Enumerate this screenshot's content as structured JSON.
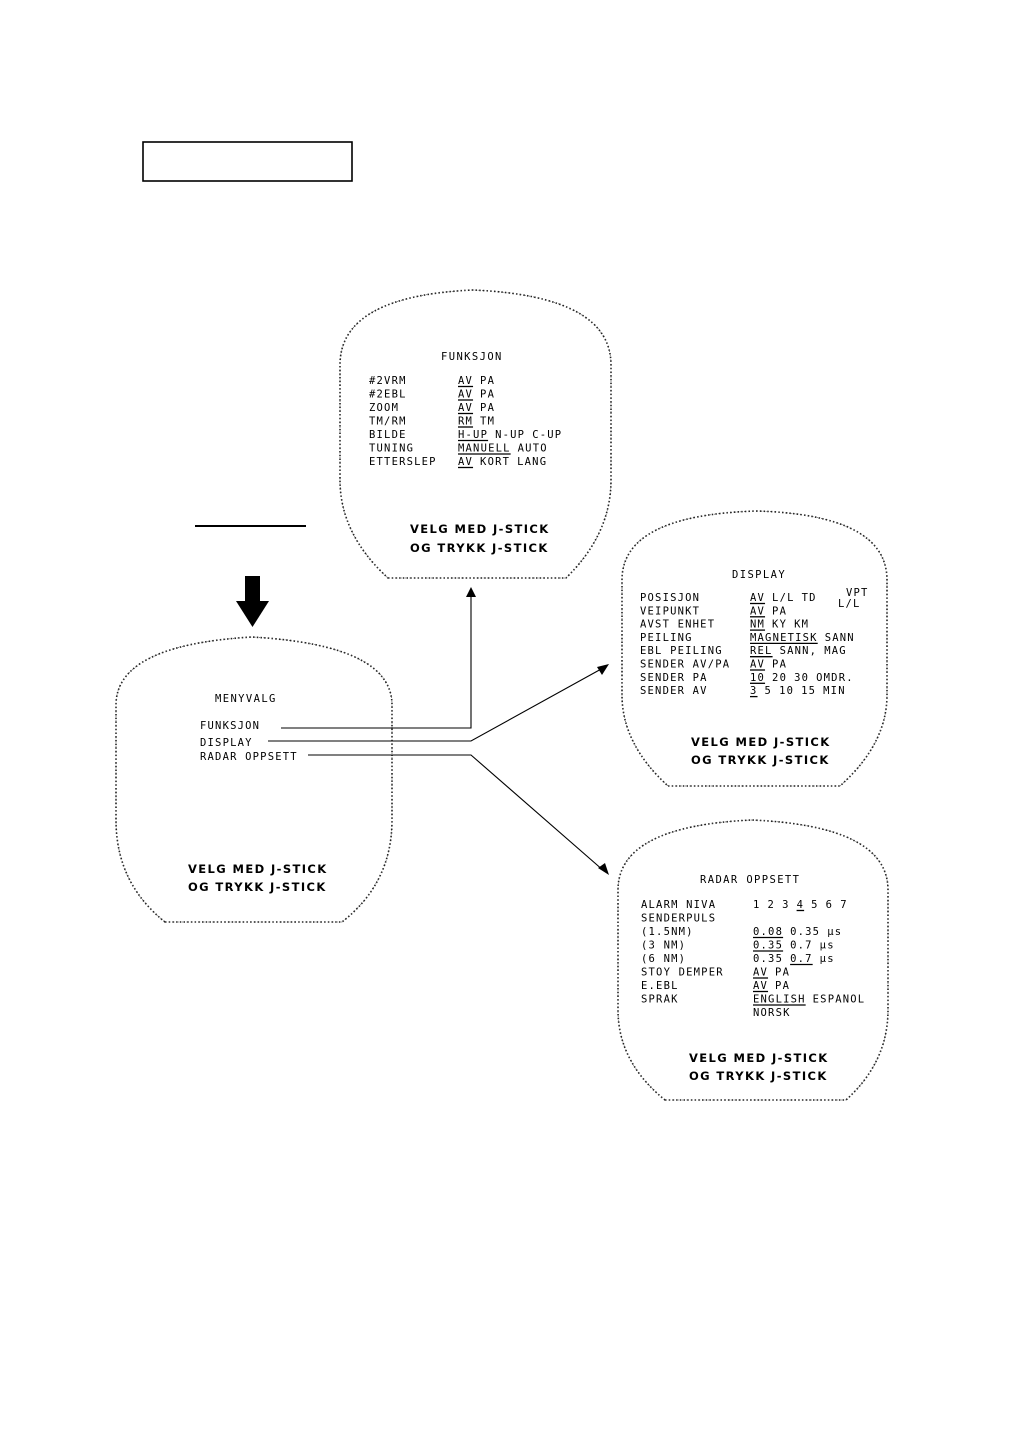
{
  "header_box": {
    "label": ""
  },
  "menu": {
    "title": "MENYVALG",
    "items": [
      "FUNKSJON",
      "DISPLAY",
      "RADAR OPPSETT"
    ],
    "footer": [
      "VELG MED J-STICK",
      "OG TRYKK J-STICK"
    ]
  },
  "funksjon": {
    "title": "FUNKSJON",
    "rows": [
      {
        "label": "#2VRM",
        "options": [
          {
            "text": "AV",
            "selected": true
          },
          {
            "text": "PA",
            "selected": false
          }
        ]
      },
      {
        "label": "#2EBL",
        "options": [
          {
            "text": "AV",
            "selected": true
          },
          {
            "text": "PA",
            "selected": false
          }
        ]
      },
      {
        "label": "ZOOM",
        "options": [
          {
            "text": "AV",
            "selected": true
          },
          {
            "text": "PA",
            "selected": false
          }
        ]
      },
      {
        "label": "TM/RM",
        "options": [
          {
            "text": "RM",
            "selected": true
          },
          {
            "text": "TM",
            "selected": false
          }
        ]
      },
      {
        "label": "BILDE",
        "options": [
          {
            "text": "H-UP",
            "selected": true
          },
          {
            "text": "N-UP",
            "selected": false
          },
          {
            "text": "C-UP",
            "selected": false
          }
        ]
      },
      {
        "label": "TUNING",
        "options": [
          {
            "text": "MANUELL",
            "selected": true
          },
          {
            "text": "AUTO",
            "selected": false
          }
        ]
      },
      {
        "label": "ETTERSLEP",
        "options": [
          {
            "text": "AV",
            "selected": true
          },
          {
            "text": "KORT",
            "selected": false
          },
          {
            "text": "LANG",
            "selected": false
          }
        ]
      }
    ],
    "footer": [
      "VELG MED J-STICK",
      "OG TRYKK J-STICK"
    ]
  },
  "display": {
    "title": "DISPLAY",
    "corner_note": [
      "VPT",
      "L/L"
    ],
    "rows": [
      {
        "label": "POSISJON",
        "options": [
          {
            "text": "AV",
            "selected": true
          },
          {
            "text": "L/L",
            "selected": false
          },
          {
            "text": "TD",
            "selected": false
          }
        ]
      },
      {
        "label": "VEIPUNKT",
        "options": [
          {
            "text": "AV",
            "selected": true
          },
          {
            "text": "PA",
            "selected": false
          }
        ]
      },
      {
        "label": "AVST ENHET",
        "options": [
          {
            "text": "NM",
            "selected": true
          },
          {
            "text": "KY",
            "selected": false
          },
          {
            "text": "KM",
            "selected": false
          }
        ]
      },
      {
        "label": "PEILING",
        "options": [
          {
            "text": "MAGNETISK",
            "selected": true
          },
          {
            "text": "SANN",
            "selected": false
          }
        ]
      },
      {
        "label": "EBL PEILING",
        "options": [
          {
            "text": "REL",
            "selected": true
          },
          {
            "text": "SANN,",
            "selected": false
          },
          {
            "text": "MAG",
            "selected": false
          }
        ]
      },
      {
        "label": "SENDER AV/PA",
        "options": [
          {
            "text": "AV",
            "selected": true
          },
          {
            "text": "PA",
            "selected": false
          }
        ]
      },
      {
        "label": "SENDER PA",
        "options": [
          {
            "text": "10",
            "selected": true
          },
          {
            "text": "20",
            "selected": false
          },
          {
            "text": "30",
            "selected": false
          },
          {
            "text": "OMDR.",
            "selected": false
          }
        ]
      },
      {
        "label": "SENDER AV",
        "options": [
          {
            "text": "3",
            "selected": true
          },
          {
            "text": "5",
            "selected": false
          },
          {
            "text": "10",
            "selected": false
          },
          {
            "text": "15",
            "selected": false
          },
          {
            "text": "MIN",
            "selected": false
          }
        ]
      }
    ],
    "footer": [
      "VELG MED J-STICK",
      "OG TRYKK J-STICK"
    ]
  },
  "radar": {
    "title": "RADAR OPPSETT",
    "rows": [
      {
        "label": "ALARM NIVA",
        "options": [
          {
            "text": "1",
            "selected": false
          },
          {
            "text": "2",
            "selected": false
          },
          {
            "text": "3",
            "selected": false
          },
          {
            "text": "4",
            "selected": true
          },
          {
            "text": "5",
            "selected": false
          },
          {
            "text": "6",
            "selected": false
          },
          {
            "text": "7",
            "selected": false
          }
        ]
      },
      {
        "label": "SENDERPULS",
        "options": []
      },
      {
        "label": " (1.5NM)",
        "options": [
          {
            "text": "0.08",
            "selected": true
          },
          {
            "text": "0.35",
            "selected": false
          },
          {
            "text": "µs",
            "selected": false
          }
        ]
      },
      {
        "label": " (3  NM)",
        "options": [
          {
            "text": "0.35",
            "selected": true
          },
          {
            "text": "0.7",
            "selected": false
          },
          {
            "text": "µs",
            "selected": false
          }
        ]
      },
      {
        "label": " (6  NM)",
        "options": [
          {
            "text": "0.35",
            "selected": false
          },
          {
            "text": "0.7",
            "selected": true
          },
          {
            "text": "µs",
            "selected": false
          }
        ]
      },
      {
        "label": "STOY DEMPER",
        "options": [
          {
            "text": "AV",
            "selected": true
          },
          {
            "text": "PA",
            "selected": false
          }
        ]
      },
      {
        "label": "E.EBL",
        "options": [
          {
            "text": "AV",
            "selected": true
          },
          {
            "text": "PA",
            "selected": false
          }
        ]
      },
      {
        "label": "SPRAK",
        "options": [
          {
            "text": "ENGLISH",
            "selected": true
          },
          {
            "text": "ESPANOL",
            "selected": false
          }
        ]
      },
      {
        "label": "",
        "options": [
          {
            "text": "NORSK",
            "selected": false
          }
        ]
      }
    ],
    "footer": [
      "VELG MED J-STICK",
      "OG TRYKK J-STICK"
    ]
  }
}
